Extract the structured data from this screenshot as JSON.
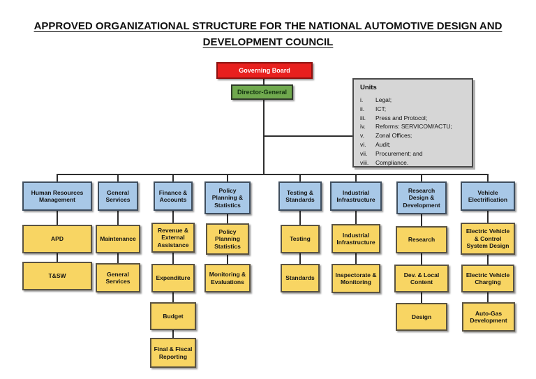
{
  "title": "APPROVED ORGANIZATIONAL STRUCTURE FOR THE NATIONAL AUTOMOTIVE DESIGN AND DEVELOPMENT COUNCIL",
  "board": {
    "label": "Governing Board"
  },
  "director": {
    "label": "Director-General"
  },
  "units_panel": {
    "title": "Units",
    "items": [
      {
        "n": "i.",
        "t": "Legal;"
      },
      {
        "n": "ii.",
        "t": "ICT;"
      },
      {
        "n": "iii.",
        "t": "Press and Protocol;"
      },
      {
        "n": "iv.",
        "t": "Reforms: SERVICOM/ACTU;"
      },
      {
        "n": "v.",
        "t": "Zonal Offices;"
      },
      {
        "n": "vi.",
        "t": "Audit;"
      },
      {
        "n": "vii.",
        "t": "Procurement; and"
      },
      {
        "n": "viii.",
        "t": "Compliance."
      }
    ]
  },
  "departments": [
    {
      "label": "Human Resources Management",
      "children": [
        "APD",
        "T&SW"
      ]
    },
    {
      "label": "General Services",
      "children": [
        "Maintenance",
        "General Services"
      ]
    },
    {
      "label": "Finance & Accounts",
      "children": [
        "Revenue & External Assistance",
        "Expenditure",
        "Budget",
        "Final & Fiscal Reporting"
      ]
    },
    {
      "label": "Policy Planning & Statistics",
      "children": [
        "Policy Planning Statistics",
        "Monitoring & Evaluations"
      ]
    },
    {
      "label": "Testing & Standards",
      "children": [
        "Testing",
        "Standards"
      ]
    },
    {
      "label": "Industrial Infrastructure",
      "children": [
        "Industrial Infrastructure",
        "Inspectorate & Monitoring"
      ]
    },
    {
      "label": "Research Design & Development",
      "children": [
        "Research",
        "Dev. & Local Content",
        "Design"
      ]
    },
    {
      "label": "Vehicle Electrification",
      "children": [
        "Electric Vehicle & Control System Design",
        "Electric Vehicle Charging",
        "Auto-Gas Development"
      ]
    }
  ],
  "colors": {
    "board_fill": "#e8201e",
    "board_text": "#ffffff",
    "director_fill": "#70a94e",
    "dept_fill": "#a8c8e7",
    "sub_fill": "#f8d563",
    "panel_fill": "#d6d6d6",
    "connector": "#2e2e2e"
  }
}
